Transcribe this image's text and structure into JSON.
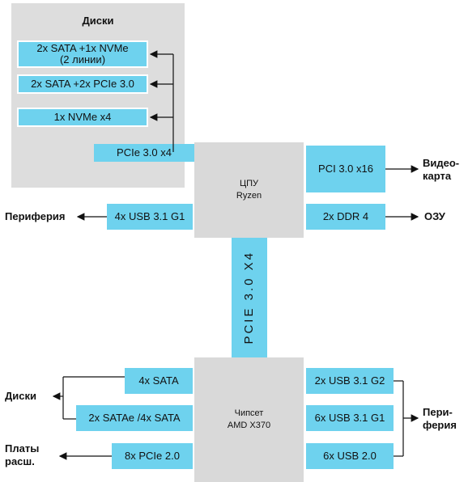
{
  "disks_panel": {
    "title": "Диски",
    "items": [
      {
        "line1": "2x SATA +1x NVMe",
        "line2": "(2 линии)"
      },
      {
        "line1": "2x SATA +2x PCIe 3.0"
      },
      {
        "line1": "1x NVMe x4"
      }
    ],
    "link_label": "PCIe 3.0 x4"
  },
  "cpu": {
    "line1": "ЦПУ",
    "line2": "Ryzen"
  },
  "cpu_left": {
    "box": "4x USB 3.1 G1",
    "target": "Периферия"
  },
  "cpu_right": [
    {
      "box": "PCI 3.0 x16",
      "target_line1": "Видео-",
      "target_line2": "карта"
    },
    {
      "box": "2x DDR 4",
      "target_line1": "ОЗУ"
    }
  ],
  "link": {
    "label": "PCIE 3.0 X4"
  },
  "chipset": {
    "line1": "Чипсет",
    "line2": "AMD X370"
  },
  "chipset_left": {
    "boxes": [
      "4x SATA",
      "2x SATAe /4x SATA",
      "8x PCIe 2.0"
    ],
    "disks_target": "Диски",
    "cards_target_line1": "Платы",
    "cards_target_line2": "расш."
  },
  "chipset_right": {
    "boxes": [
      "2x USB 3.1 G2",
      "6x USB 3.1 G1",
      "6x USB 2.0"
    ],
    "target_line1": "Пери-",
    "target_line2": "ферия"
  },
  "colors": {
    "accent": "#6ed2ee",
    "panel": "#dddddd",
    "block": "#d9d9d9",
    "line": "#111111"
  }
}
